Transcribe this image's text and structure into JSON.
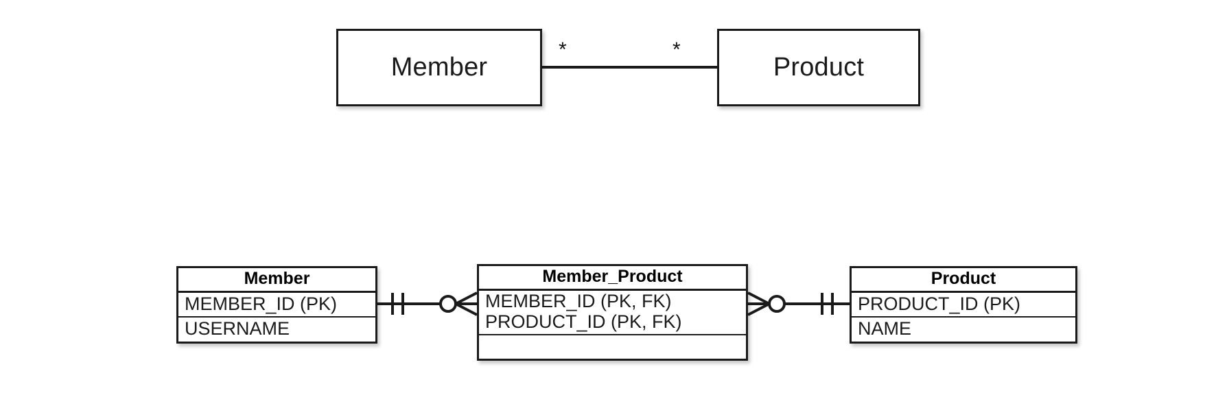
{
  "diagram": {
    "title": "Member-Product many-to-many ER diagram",
    "stroke_color": "#1a1a1a",
    "background_color": "#ffffff",
    "conceptual": {
      "entities": [
        {
          "name": "Member",
          "label": "Member"
        },
        {
          "name": "Product",
          "label": "Product"
        }
      ],
      "relationship": {
        "left_multiplicity": "*",
        "right_multiplicity": "*",
        "cardinality": "many-to-many"
      }
    },
    "logical": {
      "tables": [
        {
          "name": "Member",
          "title": "Member",
          "rows": [
            {
              "lines": [
                "MEMBER_ID (PK)"
              ]
            },
            {
              "lines": [
                "USERNAME"
              ]
            }
          ]
        },
        {
          "name": "Member_Product",
          "title": "Member_Product",
          "rows": [
            {
              "lines": [
                "MEMBER_ID (PK, FK)",
                "PRODUCT_ID (PK, FK)"
              ]
            },
            {
              "lines": [
                ""
              ]
            }
          ]
        },
        {
          "name": "Product",
          "title": "Product",
          "rows": [
            {
              "lines": [
                "PRODUCT_ID (PK)"
              ]
            },
            {
              "lines": [
                "NAME"
              ]
            }
          ]
        }
      ],
      "relationships": [
        {
          "from": "Member",
          "to": "Member_Product",
          "from_notation": "one-and-only-one",
          "to_notation": "zero-or-many"
        },
        {
          "from": "Member_Product",
          "to": "Product",
          "from_notation": "zero-or-many",
          "to_notation": "one-and-only-one"
        }
      ]
    }
  }
}
